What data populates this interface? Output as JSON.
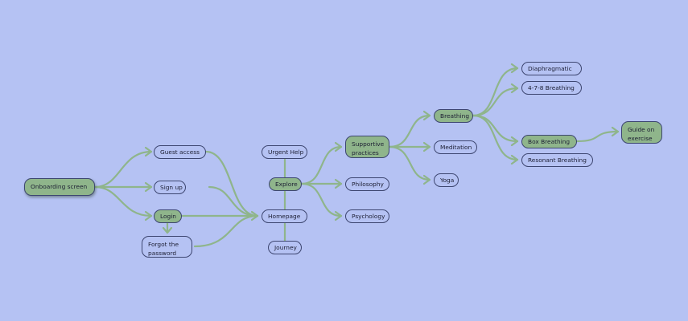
{
  "colors": {
    "background": "#b5c2f3",
    "node_fill": "#8fb58b",
    "edge": "#8fb58b",
    "outline": "#3d4670"
  },
  "nodes": {
    "onboarding": "Onboarding screen",
    "guest": "Guest access",
    "signup": "Sign up",
    "login": "Login",
    "forgot": "Forgot the password",
    "urgent": "Urgent Help",
    "explore": "Explore",
    "homepage": "Homepage",
    "journey": "Journey",
    "supportive": "Supportive practices",
    "philosophy": "Philosophy",
    "psychology": "Psychology",
    "breathing": "Breathing",
    "meditation": "Meditation",
    "yoga": "Yoga",
    "diaphragmatic": "Diaphragmatic",
    "b478": "4-7-8 Breathing",
    "box": "Box Breathing",
    "resonant": "Resonant Breathing",
    "guide": "Guide on exercise"
  }
}
